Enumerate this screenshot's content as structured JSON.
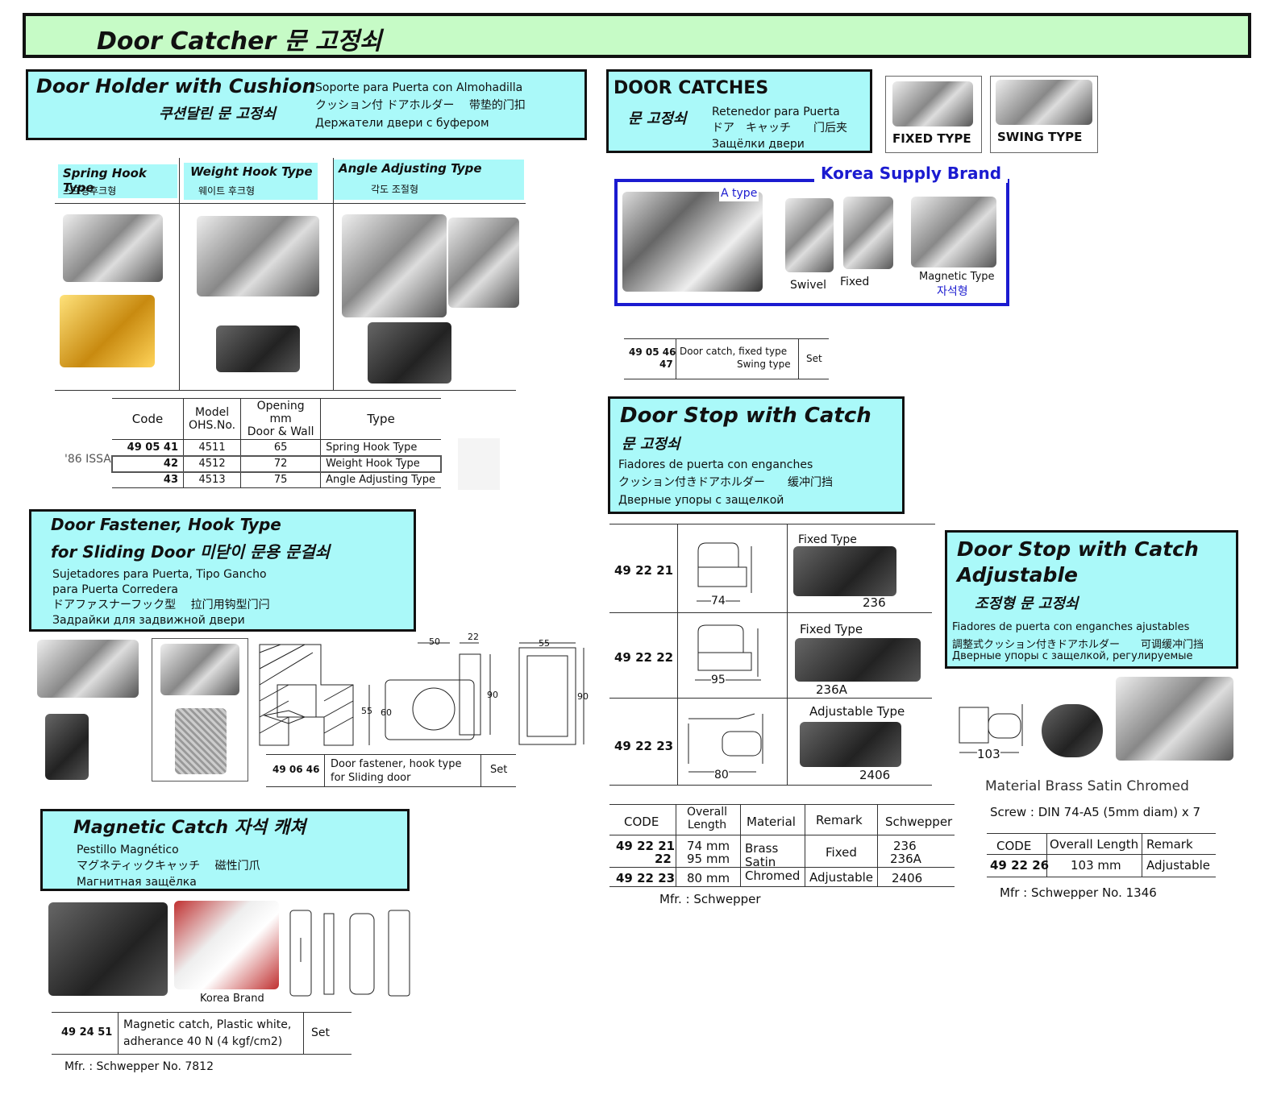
{
  "banner": {
    "title": "Door Catcher   문 고정쇠"
  },
  "holder": {
    "title": "Door Holder with Cushion",
    "title_kr": "쿠션달린 문 고정쇠",
    "es": "Soporte para Puerta con Almohadilla",
    "jp": "クッション付 ドアホルダー　 带垫的门扣",
    "ru": "Держатели двери с буфером",
    "types": [
      {
        "en": "Spring Hook Type",
        "kr": "스프링후크형"
      },
      {
        "en": "Weight Hook Type",
        "kr": "웨이트 후크형"
      },
      {
        "en": "Angle Adjusting Type",
        "kr": "각도 조절형"
      }
    ],
    "table": {
      "headers": [
        "Code",
        "Model\nOHS.No.",
        "Opening mm\nDoor & Wall",
        "Type"
      ],
      "side_note": "'86 ISSA",
      "rows": [
        {
          "code": "49 05 41",
          "model": "4511",
          "opening": "65",
          "type": "Spring Hook Type"
        },
        {
          "code": "42",
          "model": "4512",
          "opening": "72",
          "type": "Weight Hook Type"
        },
        {
          "code": "43",
          "model": "4513",
          "opening": "75",
          "type": "Angle Adjusting Type"
        }
      ]
    }
  },
  "catches": {
    "title": "DOOR  CATCHES",
    "kr": "문 고정쇠",
    "es": "Retenedor para Puerta",
    "jp": "ドア　キャッチ　　门后夹",
    "ru": "Защёлки двери",
    "fixed_label": "FIXED  TYPE",
    "swing_label": "SWING   TYPE",
    "korea_brand": "Korea Supply Brand",
    "a_type": "A type",
    "swivel": "Swivel",
    "fixed": "Fixed",
    "magnetic": "Magnetic Type",
    "magnetic_kr": "자석형",
    "table": {
      "code1": "49 05 46",
      "code2": "47",
      "desc1": "Door catch, fixed type",
      "desc2": "Swing type",
      "unit": "Set"
    }
  },
  "fastener": {
    "title1": "Door Fastener, Hook Type",
    "title2": "for Sliding Door  미닫이 문용 문걸쇠",
    "es1": "Sujetadores para Puerta, Tipo Gancho",
    "es2": "para Puerta Corredera",
    "jp": "ドアファスナーフック型　 拉门用钩型门闩",
    "ru": "Задрайки для задвижной двери",
    "dims": {
      "d50": "50",
      "d22": "22",
      "d55": "55",
      "d60": "60",
      "d90a": "90",
      "d55b": "55",
      "d90b": "90"
    },
    "table": {
      "code": "49 06 46",
      "desc1": "Door fastener, hook type",
      "desc2": "for Sliding door",
      "unit": "Set"
    }
  },
  "magnetic": {
    "title": "Magnetic Catch  자석 캐쳐",
    "es": "Pestillo Magnético",
    "jp": "マグネティックキャッチ　 磁性门爪",
    "ru": "Магнитная защёлка",
    "korea_brand": "Korea Brand",
    "table": {
      "code": "49 24 51",
      "desc1": "Magnetic catch, Plastic white,",
      "desc2": "adherance 40 N (4 kgf/cm2)",
      "unit": "Set"
    },
    "mfr": "Mfr. : Schwepper No. 7812"
  },
  "stop": {
    "title": "Door Stop with Catch",
    "kr": "문 고정쇠",
    "es": "Fiadores de puerta con enganches",
    "jp": "クッション付きドアホルダー　　缓冲门挡",
    "ru": "Дверные упоры с защелкой",
    "rows": [
      {
        "code": "49 22 21",
        "len": "74",
        "type": "Fixed Type",
        "num": "236"
      },
      {
        "code": "49 22 22",
        "len": "95",
        "type": "Fixed Type",
        "num": "236A"
      },
      {
        "code": "49 22 23",
        "len": "80",
        "type": "Adjustable Type",
        "num": "2406"
      }
    ],
    "spec": {
      "headers": [
        "CODE",
        "Overall\nLength",
        "Material",
        "Remark",
        "Schwepper"
      ],
      "codes": [
        "49 22 21",
        "22",
        "49 22 23"
      ],
      "lengths": [
        "74 mm",
        "95 mm",
        "80 mm"
      ],
      "material": [
        "Brass",
        "Satin",
        "Chromed"
      ],
      "remarks": [
        "Fixed",
        "Adjustable"
      ],
      "schwepper": [
        "236",
        "236A",
        "2406"
      ]
    },
    "mfr": "Mfr. :  Schwepper"
  },
  "adjustable": {
    "title1": "Door Stop with Catch",
    "title2": "Adjustable",
    "kr": "조정형 문 고정쇠",
    "es": "Fiadores de puerta con enganches ajustables",
    "jp": "調整式クッション付きドアホルダー　　可调缓冲门挡",
    "ru": "Дверные упоры с защелкой, регулируемые",
    "dim": "103",
    "material": "Material Brass Satin Chromed",
    "screw": "Screw : DIN 74-A5 (5mm diam) x 7",
    "table": {
      "headers": [
        "CODE",
        "Overall Length",
        "Remark"
      ],
      "code": "49 22 26",
      "len": "103 mm",
      "remark": "Adjustable"
    },
    "mfr": "Mfr : Schwepper No. 1346"
  }
}
